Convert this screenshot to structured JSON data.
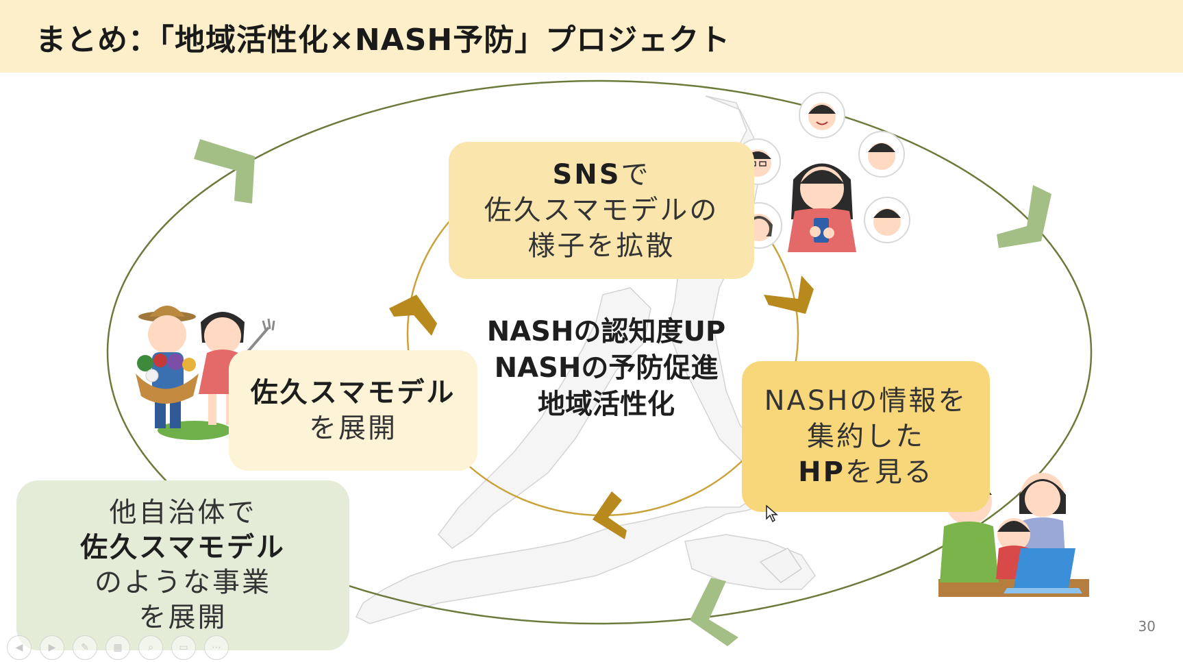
{
  "slide": {
    "title": "まとめ：「地域活性化×NASH予防」プロジェクト",
    "page_number": "30"
  },
  "diagram": {
    "top_box": {
      "bold": "SNS",
      "bold_suffix": "で",
      "line2": "佐久スマモデルの",
      "line3": "様子を拡散"
    },
    "right_box": {
      "line1": "NASHの情報を",
      "line2": "集約した",
      "line3_bold": "HP",
      "line3_rest": "を見る"
    },
    "left_box": {
      "line1_bold": "佐久スマモデル",
      "line2": "を展開"
    },
    "bottom_left_box": {
      "line1": "他自治体で",
      "line2_bold": "佐久スマモデル",
      "line3": "のような事業",
      "line4": "を展開"
    },
    "center_goals": [
      "NASHの認知度UP",
      "NASHの予防促進",
      "地域活性化"
    ],
    "colors": {
      "inner_arrow": "#b88a1d",
      "outer_arrow": "#a3bf86",
      "outer_ellipse": "#6b7a3a",
      "inner_circle": "#c9a23a"
    }
  },
  "icons": {
    "toolbar": [
      "prev-icon",
      "next-icon",
      "pen-icon",
      "slides-icon",
      "zoom-icon",
      "subtitle-icon",
      "more-icon"
    ]
  }
}
